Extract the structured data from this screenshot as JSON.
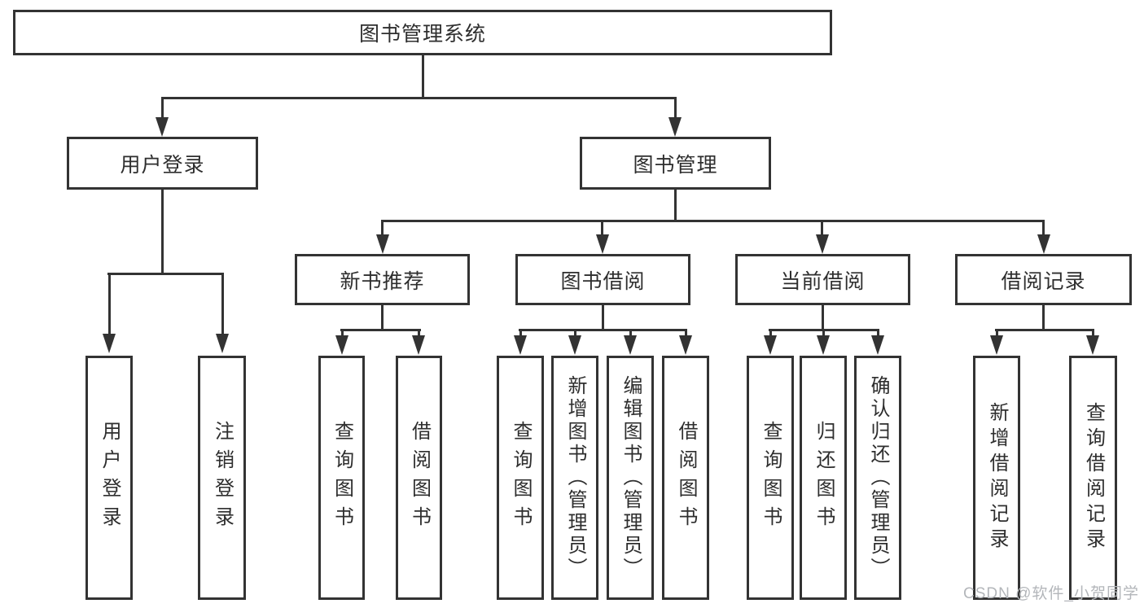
{
  "root": {
    "label": "图书管理系统"
  },
  "branches": [
    {
      "label": "用户登录",
      "children": [
        {
          "label": "用户登录"
        },
        {
          "label": "注销登录"
        }
      ]
    },
    {
      "label": "图书管理",
      "children": [
        {
          "label": "新书推荐",
          "children": [
            {
              "label": "查询图书"
            },
            {
              "label": "借阅图书"
            }
          ]
        },
        {
          "label": "图书借阅",
          "children": [
            {
              "label": "查询图书"
            },
            {
              "label": "新增图书（管理员）"
            },
            {
              "label": "编辑图书（管理员）"
            },
            {
              "label": "借阅图书"
            }
          ]
        },
        {
          "label": "当前借阅",
          "children": [
            {
              "label": "查询图书"
            },
            {
              "label": "归还图书"
            },
            {
              "label": "确认归还（管理员）"
            }
          ]
        },
        {
          "label": "借阅记录",
          "children": [
            {
              "label": "新增借阅记录"
            },
            {
              "label": "查询借阅记录"
            }
          ]
        }
      ]
    }
  ],
  "watermark": "CSDN @软件_小贺同学",
  "colors": {
    "line": "#333333",
    "text": "#2e2e2e",
    "background": "#ffffff",
    "watermark": "#b3b6ba"
  }
}
